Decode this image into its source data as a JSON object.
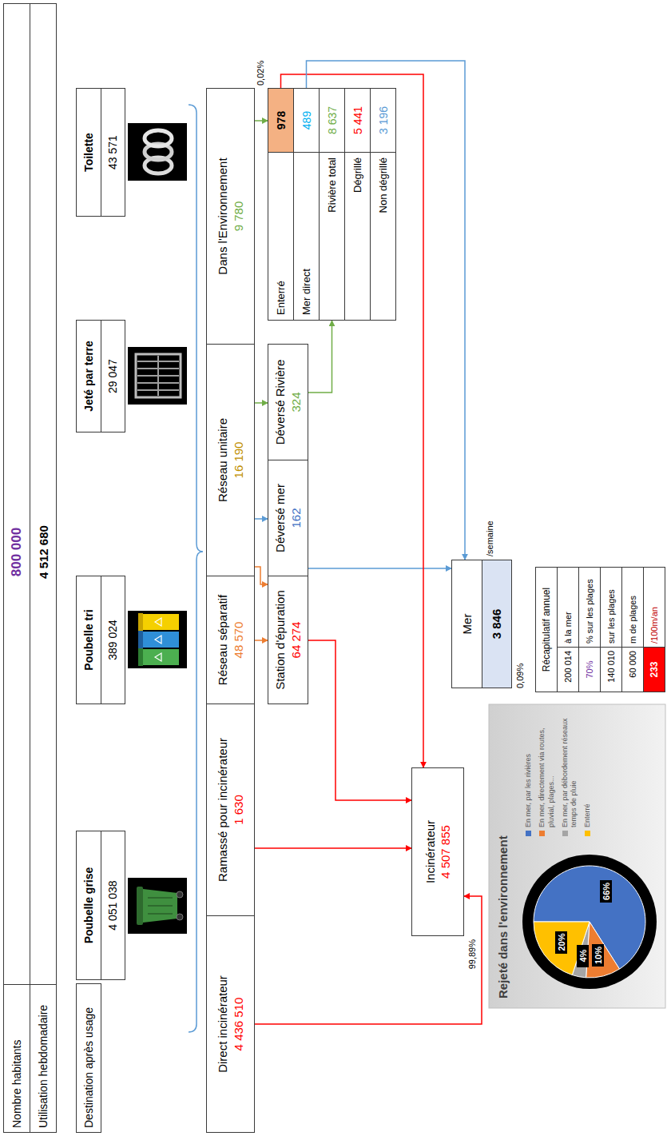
{
  "diagram": {
    "nodes": [
      {
        "text": [
          "Nombre habitants",
          "800 000"
        ]
      },
      {
        "text": [
          "Utilisation hebdomadaire",
          "4 512 680"
        ]
      },
      {
        "text": [
          "Destination après usage"
        ]
      },
      {
        "text": [
          "Poubelle grise",
          "4 051 038"
        ]
      },
      {
        "text": [
          "Poubelle tri",
          "389 024"
        ]
      },
      {
        "text": [
          "Jeté par terre",
          "29 047"
        ]
      },
      {
        "text": [
          "Toilette",
          "43 571"
        ]
      },
      {
        "text": [
          "Direct incinérateur",
          "4 436 510"
        ]
      },
      {
        "text": [
          "Ramassé pour incinérateur",
          "1 630"
        ]
      },
      {
        "text": [
          "Réseau séparatif",
          "48 570"
        ]
      },
      {
        "text": [
          "Réseau unitaire",
          "16 190"
        ]
      },
      {
        "text": [
          "Dans l'Environnement",
          "9 780"
        ]
      },
      {
        "text": [
          "Station d'épuration",
          "64 274"
        ]
      },
      {
        "text": [
          "Déversé mer",
          "162"
        ]
      },
      {
        "text": [
          "Déversé Rivière",
          "324"
        ]
      },
      {
        "text": [
          "Enterré",
          "978"
        ]
      },
      {
        "text": [
          "Mer direct",
          "489"
        ]
      },
      {
        "text": [
          "Rivière total",
          "8 637"
        ]
      },
      {
        "text": [
          "Dégrillé",
          "5 441"
        ]
      },
      {
        "text": [
          "Non dégrillé",
          "3 196"
        ]
      },
      {
        "text": [
          "Incinérateur",
          "4 507 855"
        ]
      },
      {
        "text": [
          "Mer",
          "3 846"
        ]
      }
    ],
    "edges": [
      {
        "from": 7,
        "to": 20,
        "arrow": "to"
      },
      {
        "from": 8,
        "to": 20,
        "arrow": "to"
      },
      {
        "from": 9,
        "to": 12,
        "arrow": "to"
      },
      {
        "from": 10,
        "to": 12,
        "arrow": "to"
      },
      {
        "from": 10,
        "to": 13,
        "arrow": "to"
      },
      {
        "from": 10,
        "to": 14,
        "arrow": "to"
      },
      {
        "from": 11,
        "to": 15,
        "arrow": "to"
      },
      {
        "from": 12,
        "to": 20,
        "arrow": "to"
      },
      {
        "from": 13,
        "to": 21,
        "arrow": "to"
      },
      {
        "from": 14,
        "to": 17,
        "arrow": "to"
      },
      {
        "from": 15,
        "to": 20,
        "arrow": "to"
      },
      {
        "from": 16,
        "to": 21,
        "arrow": "to"
      }
    ],
    "labels": [
      "99,89%",
      "0,02%",
      "0,09%",
      "/semaine",
      "Rejeté dans l'environnement",
      "66%",
      "10%",
      "4%",
      "20%",
      "Récapitulatif annuel",
      "200 014",
      "à la mer",
      "70%",
      "% sur les plages",
      "140 010",
      "sur les plages",
      "60 000",
      "m de plages",
      "233",
      "/100m/an"
    ],
    "legend": [
      {
        "text": "En mer, par les rivières",
        "color": "#4472C4"
      },
      {
        "text": "En mer, directement via routes, pluvial, plages...",
        "color": "#ED7D31"
      },
      {
        "text": "En mer, par débordement réseaux temps de pluie",
        "color": "#A5A5A5"
      },
      {
        "text": "Enterré",
        "color": "#FFC000"
      }
    ]
  }
}
